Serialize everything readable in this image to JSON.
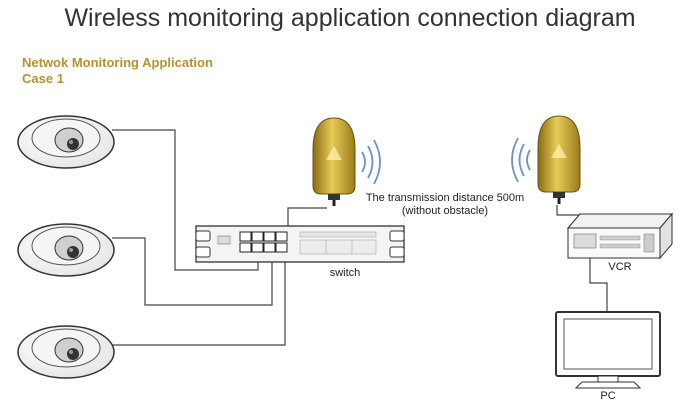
{
  "title": "Wireless monitoring application connection diagram",
  "subtitle_line1": "Netwok Monitoring Application",
  "subtitle_line2": "Case 1",
  "transmission_line1": "The transmission distance 500m",
  "transmission_line2": "(without obstacle)",
  "labels": {
    "switch": "switch",
    "vcr": "VCR",
    "pc": "PC"
  },
  "colors": {
    "accent": "#b8902e",
    "antenna_gold": "#d4b43a",
    "signal_blue": "#6a8fc9"
  },
  "icons": [
    "dome-camera-icon",
    "wireless-bridge-icon",
    "signal-wave-icon",
    "switch-icon",
    "vcr-icon",
    "pc-monitor-icon"
  ]
}
